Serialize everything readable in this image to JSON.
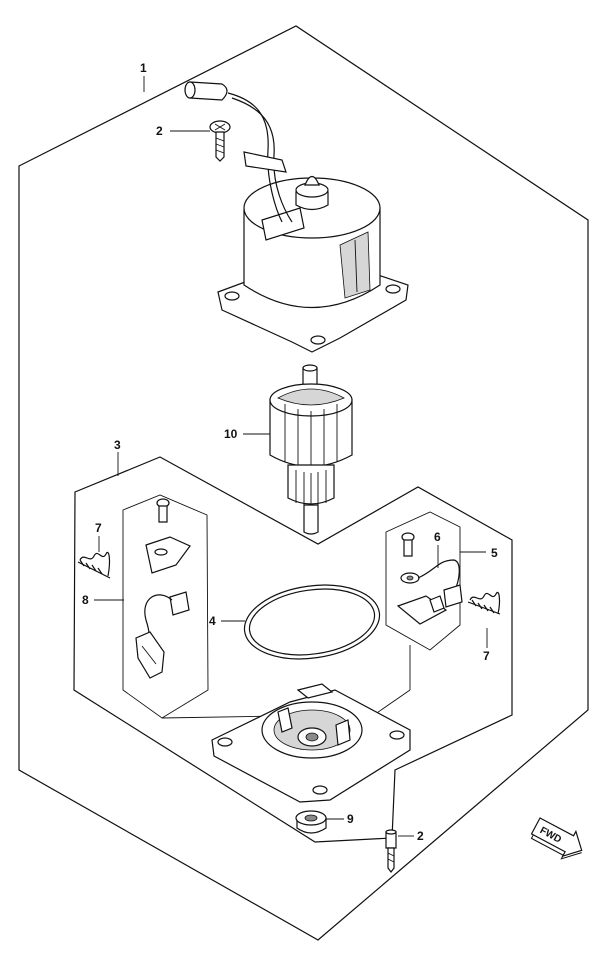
{
  "diagram": {
    "callouts": {
      "c1": "1",
      "c2_top": "2",
      "c2_bottom": "2",
      "c3": "3",
      "c4": "4",
      "c5": "5",
      "c6": "6",
      "c7_left": "7",
      "c7_right": "7",
      "c8": "8",
      "c9": "9",
      "c10": "10"
    },
    "fwd_label": "FWD"
  }
}
